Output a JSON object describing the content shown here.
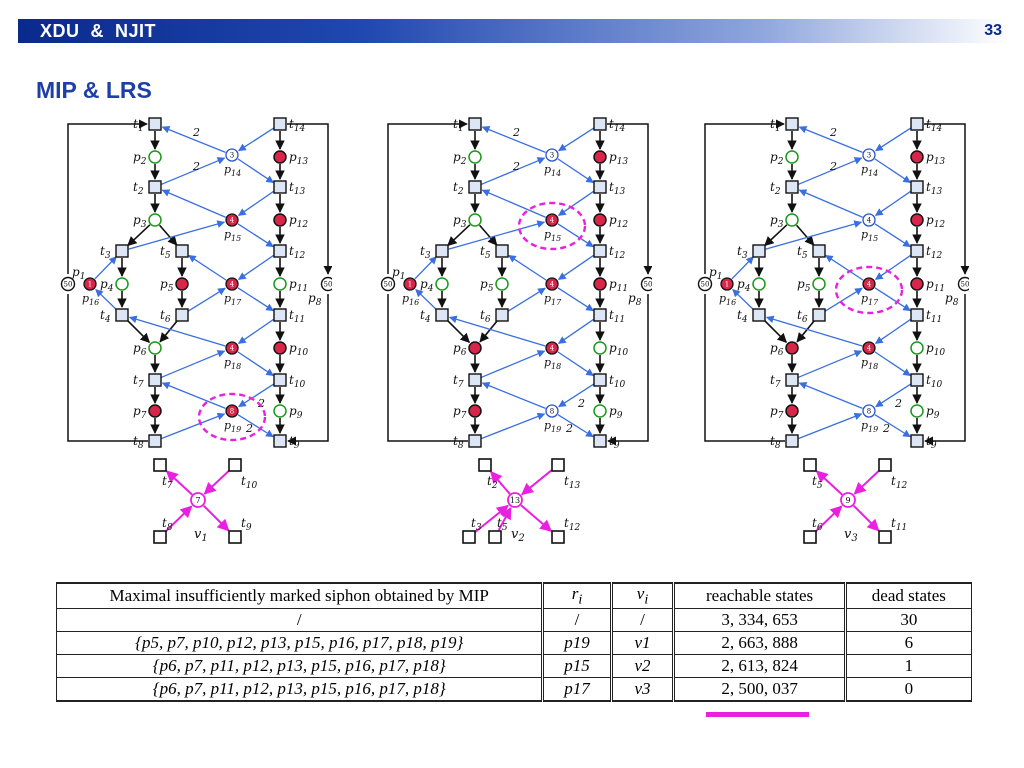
{
  "header": {
    "title": "XDU  &  NJIT",
    "page_number": "33"
  },
  "slide_title": "MIP & LRS",
  "colors": {
    "accent": "#1f3fa8",
    "highlight": "#ea20e0",
    "arc": "#3a6fe0",
    "token": "#d8264a",
    "empty_place": "#1a9a1a"
  },
  "nets": [
    {
      "highlight_place": "p19",
      "p19_tokens": "8",
      "p14_tokens": "3",
      "p15_tokens": "4",
      "p17_tokens": "4",
      "p18_tokens": "4"
    },
    {
      "highlight_place": "p15",
      "p19_tokens": "8",
      "p14_tokens": "3",
      "p15_tokens": "4",
      "p17_tokens": "4",
      "p18_tokens": "4"
    },
    {
      "highlight_place": "p17",
      "p19_tokens": "8",
      "p14_tokens": "3",
      "p15_tokens": "4",
      "p17_tokens": "4",
      "p18_tokens": "4"
    }
  ],
  "net_common": {
    "p1_tokens": "50",
    "p8_tokens": "50",
    "arc_weight": "2"
  },
  "monitors": [
    {
      "name": "v1",
      "tokens": "7",
      "transitions": [
        "t7",
        "t10",
        "t8",
        "t9"
      ]
    },
    {
      "name": "v2",
      "tokens": "13",
      "transitions": [
        "t2",
        "t13",
        "t3",
        "t5",
        "t12"
      ]
    },
    {
      "name": "v3",
      "tokens": "9",
      "transitions": [
        "t5",
        "t12",
        "t6",
        "t11"
      ]
    }
  ],
  "table": {
    "headers": [
      "Maximal insufficiently marked siphon obtained by MIP",
      "r_i",
      "v_i",
      "reachable states",
      "dead states"
    ],
    "header_display": {
      "ri": "r",
      "ri_sub": "i",
      "vi": "v",
      "vi_sub": "i"
    },
    "rows": [
      {
        "siphon": "/",
        "ri": "/",
        "vi": "/",
        "reachable": "3, 334, 653",
        "dead": "30"
      },
      {
        "siphon": "{p5, p7, p10, p12, p13, p15, p16, p17, p18, p19}",
        "ri": "p19",
        "vi": "v1",
        "reachable": "2, 663, 888",
        "dead": "6"
      },
      {
        "siphon": "{p6, p7, p11, p12, p13, p15, p16, p17, p18}",
        "ri": "p15",
        "vi": "v2",
        "reachable": "2, 613, 824",
        "dead": "1"
      },
      {
        "siphon": "{p6, p7, p11, p12, p13, p15, p16, p17, p18}",
        "ri": "p17",
        "vi": "v3",
        "reachable": "2, 500, 037",
        "dead": "0"
      }
    ]
  }
}
